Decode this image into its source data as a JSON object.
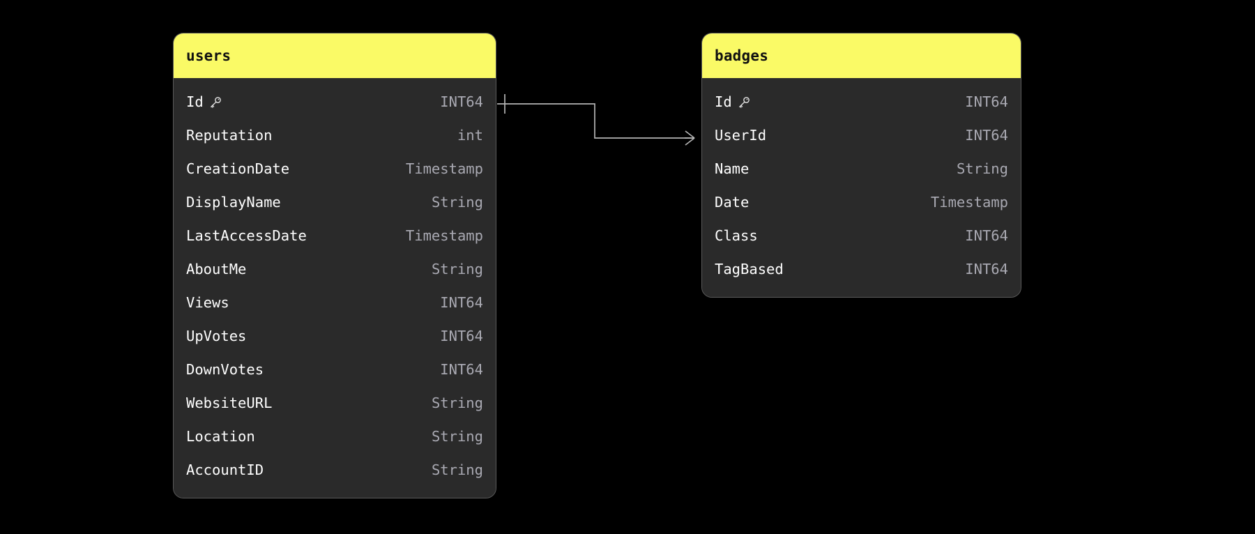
{
  "diagram": {
    "type": "entity-relationship-diagram",
    "background_color": "#000000",
    "header_color": "#fafa66",
    "card_color": "#2a2a2a",
    "border_color": "#5a5a5a",
    "field_name_color": "#ffffff",
    "field_type_color": "#a9a9b2",
    "line_color": "#b5b5b5"
  },
  "entities": [
    {
      "name": "users",
      "fields": [
        {
          "name": "Id",
          "type": "INT64",
          "key": true,
          "key_icon": "key-icon"
        },
        {
          "name": "Reputation",
          "type": "int",
          "key": false
        },
        {
          "name": "CreationDate",
          "type": "Timestamp",
          "key": false
        },
        {
          "name": "DisplayName",
          "type": "String",
          "key": false
        },
        {
          "name": "LastAccessDate",
          "type": "Timestamp",
          "key": false
        },
        {
          "name": "AboutMe",
          "type": "String",
          "key": false
        },
        {
          "name": "Views",
          "type": "INT64",
          "key": false
        },
        {
          "name": "UpVotes",
          "type": "INT64",
          "key": false
        },
        {
          "name": "DownVotes",
          "type": "INT64",
          "key": false
        },
        {
          "name": "WebsiteURL",
          "type": "String",
          "key": false
        },
        {
          "name": "Location",
          "type": "String",
          "key": false
        },
        {
          "name": "AccountID",
          "type": "String",
          "key": false
        }
      ]
    },
    {
      "name": "badges",
      "fields": [
        {
          "name": "Id",
          "type": "INT64",
          "key": true,
          "key_icon": "key-icon"
        },
        {
          "name": "UserId",
          "type": "INT64",
          "key": false
        },
        {
          "name": "Name",
          "type": "String",
          "key": false
        },
        {
          "name": "Date",
          "type": "Timestamp",
          "key": false
        },
        {
          "name": "Class",
          "type": "INT64",
          "key": false
        },
        {
          "name": "TagBased",
          "type": "INT64",
          "key": false
        }
      ]
    }
  ],
  "relationships": [
    {
      "from_entity": "users",
      "from_field": "Id",
      "from_cardinality": "one",
      "to_entity": "badges",
      "to_field": "UserId",
      "to_cardinality": "many"
    }
  ]
}
